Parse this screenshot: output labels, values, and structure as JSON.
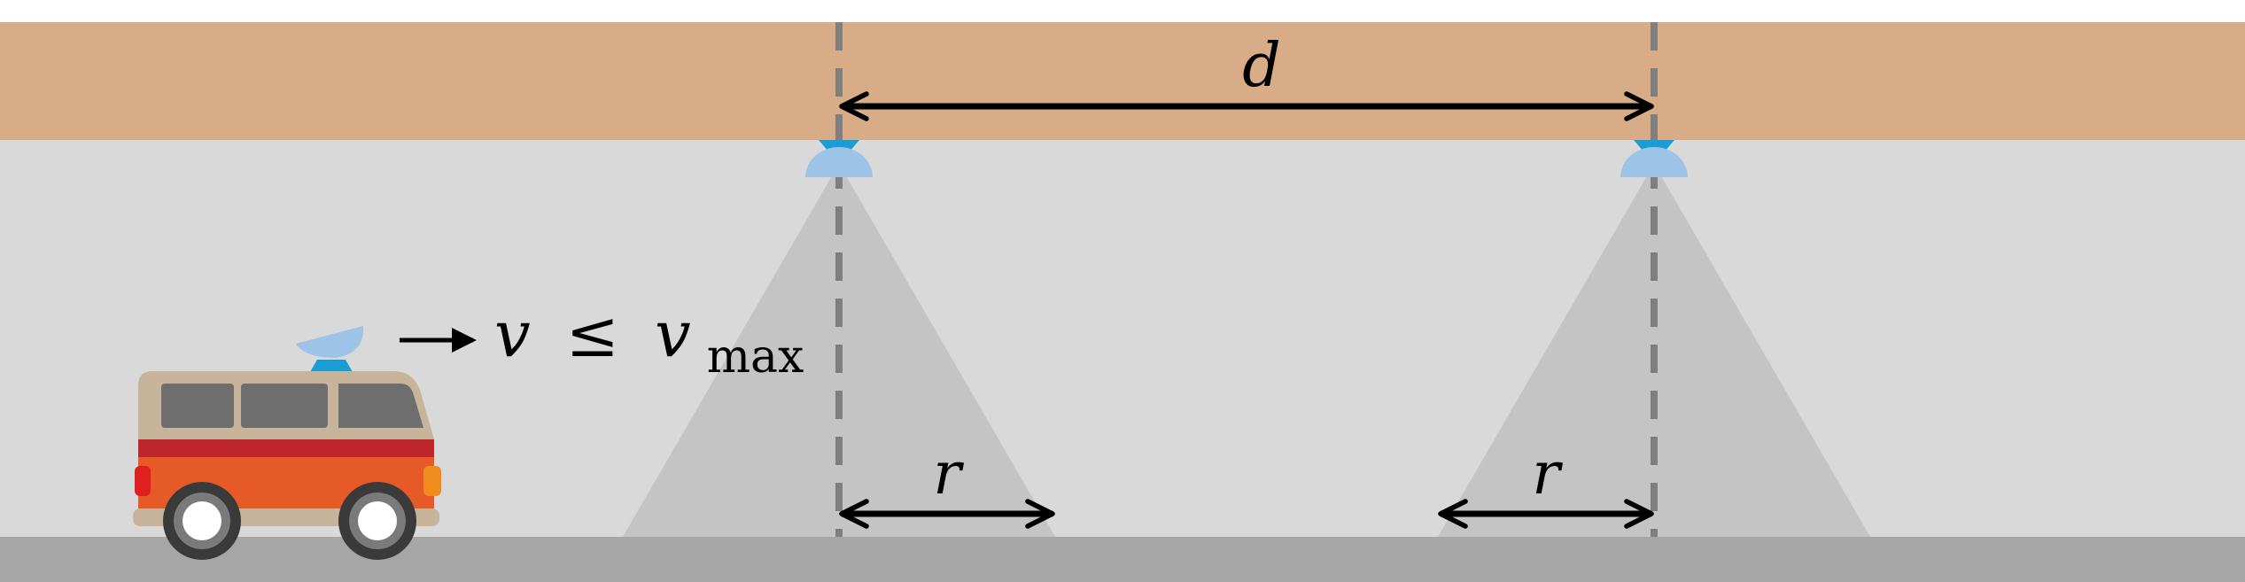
{
  "labels": {
    "spacing": "d",
    "range_left": "r",
    "range_right": "r",
    "speed_var": "v",
    "relation": "≤",
    "speed_limit_var": "v",
    "speed_limit_sub": "max"
  },
  "colors": {
    "ceiling": "#d8ac86",
    "wall": "#d9d9d9",
    "ground": "#a6a6a6",
    "coverage_cone": "#c4c4c4",
    "guide_line": "#7f7f7f",
    "sensor_mount": "#1a9cd4",
    "sensor_dome": "#9dc3e6",
    "van_body": "#e65a28",
    "van_stripe": "#c0272d",
    "van_top": "#c8b49a",
    "van_window": "#6e6e6e",
    "tire": "#3a3a3a",
    "headlight": "#f08c1e",
    "taillight": "#e02020",
    "arrow": "#000000"
  },
  "icons": {
    "vehicle": "van-icon",
    "vehicle_antenna": "dish-antenna-icon",
    "ceiling_sensor": "ceiling-sensor-icon"
  }
}
